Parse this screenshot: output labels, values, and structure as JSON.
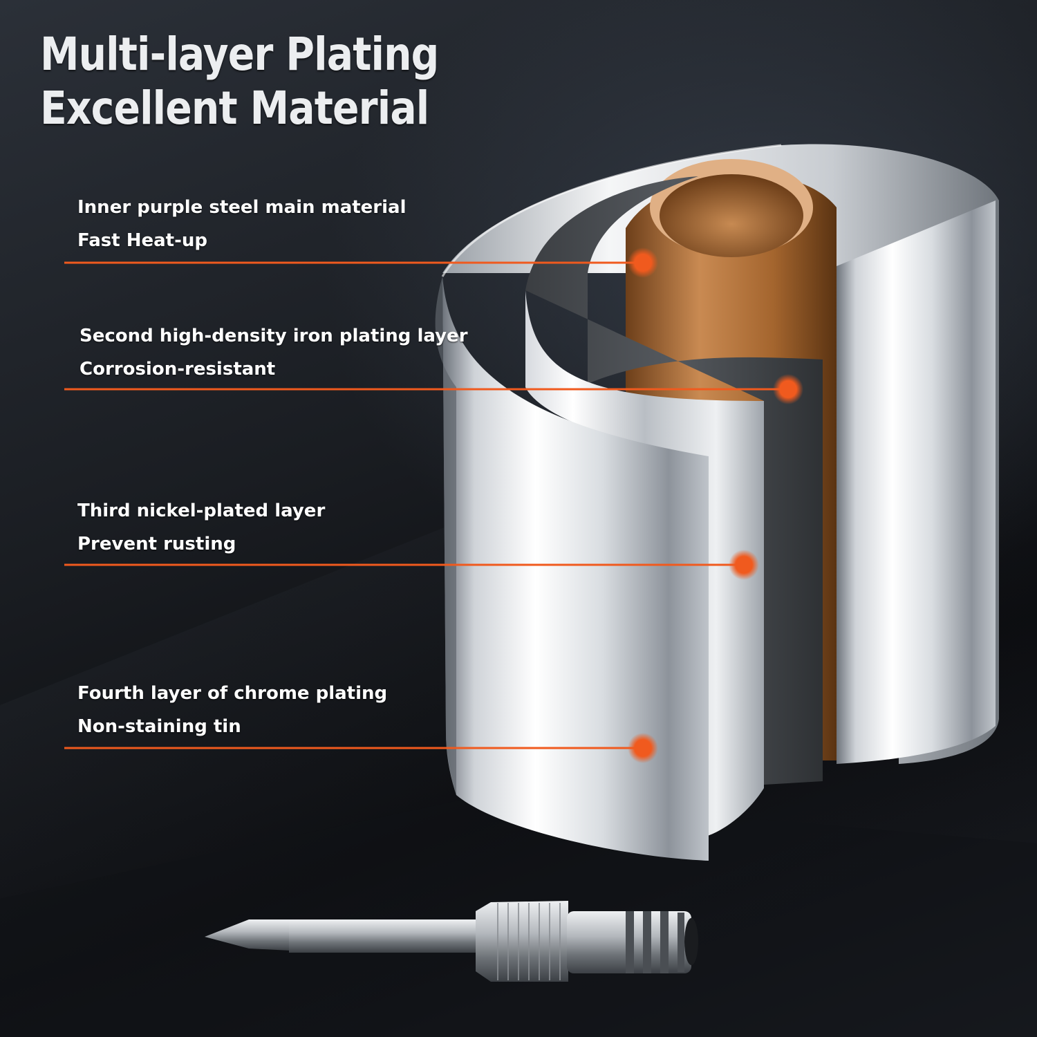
{
  "headline": {
    "line1": "Multi-layer Plating",
    "line2": "Excellent Material"
  },
  "layers": [
    {
      "title": "Inner purple steel main material",
      "subtitle": "Fast Heat-up"
    },
    {
      "title": "Second high-density iron plating layer",
      "subtitle": "Corrosion-resistant"
    },
    {
      "title": "Third nickel-plated layer",
      "subtitle": "Prevent rusting"
    },
    {
      "title": "Fourth layer of chrome plating",
      "subtitle": "Non-staining tin"
    }
  ],
  "colors": {
    "accent": "#f05a1e",
    "title_text": "#eceef0",
    "label_text": "#ffffff",
    "copper": "#b8773f"
  },
  "icons": {
    "product": "soldering-iron-tip-image",
    "callout_marker": "orange-dot-marker"
  }
}
